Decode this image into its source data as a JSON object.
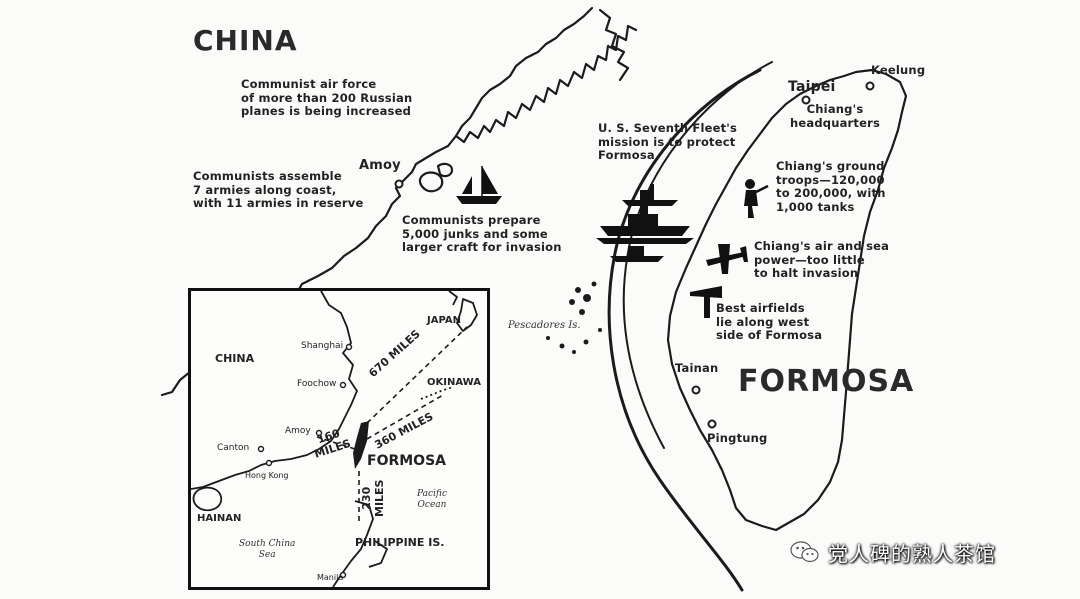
{
  "map": {
    "china_title": "CHINA",
    "formosa_title": "FORMOSA",
    "cities": {
      "amoy": "Amoy",
      "taipei": "Taipei",
      "keelung": "Keelung",
      "tainan": "Tainan",
      "pingtung": "Pingtung"
    },
    "pescadores": "Pescadores Is.",
    "notes": {
      "air_force": "Communist air force\nof more than 200 Russian\nplanes is being increased",
      "armies": "Communists assemble\n7 armies along coast,\nwith 11 armies in reserve",
      "junks": "Communists prepare\n5,000 junks and some\nlarger craft for invasion",
      "seventh_fleet": "U. S. Seventh Fleet's\nmission is to protect\nFormosa",
      "headquarters": "Chiang's\nheadquarters",
      "ground_troops": "Chiang's ground\ntroops—120,000\nto 200,000, with\n1,000 tanks",
      "air_sea": "Chiang's air and sea\npower—too little\nto halt invasion",
      "airfields": "Best airfields\nlie along west\nside of Formosa"
    }
  },
  "inset": {
    "labels": {
      "japan": "JAPAN",
      "china": "CHINA",
      "shanghai": "Shanghai",
      "foochow": "Foochow",
      "amoy": "Amoy",
      "canton": "Canton",
      "hong_kong": "Hong Kong",
      "okinawa": "OKINAWA",
      "formosa": "FORMOSA",
      "hainan": "HAINAN",
      "south_china_sea": "South China\nSea",
      "pacific_ocean": "Pacific\nOcean",
      "philippine": "PHILIPPINE IS.",
      "manila": "Manila"
    },
    "distances": {
      "japan": "670 MILES",
      "okinawa": "360 MILES",
      "china_coast": "160\nMILES",
      "philippines": "230\nMILES"
    }
  },
  "watermark": {
    "text": "党人碑的熟人茶馆",
    "icon": "wechat-icon"
  }
}
